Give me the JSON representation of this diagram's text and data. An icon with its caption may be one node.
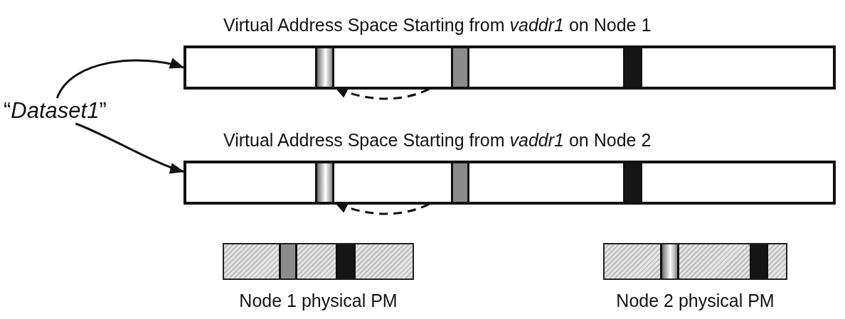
{
  "diagram": {
    "nodes": [
      {
        "text": [
          "“*Dataset1*”"
        ]
      },
      {
        "text": [
          "Virtual Address Space Starting from *vaddr1* on Node 1"
        ]
      },
      {
        "text": [],
        "shape": "bar",
        "in": 1
      },
      {
        "text": [],
        "shape": "bar",
        "in": 1
      },
      {
        "text": [],
        "shape": "bar",
        "in": 1
      },
      {
        "text": [
          "Virtual Address Space Starting from *vaddr1* on Node 2"
        ]
      },
      {
        "text": [],
        "shape": "bar",
        "in": 5
      },
      {
        "text": [],
        "shape": "bar",
        "in": 5
      },
      {
        "text": [],
        "shape": "bar",
        "in": 5
      },
      {
        "text": [
          "Node 1 physical PM"
        ]
      },
      {
        "text": [],
        "shape": "bar",
        "in": 9
      },
      {
        "text": [],
        "shape": "bar",
        "in": 9
      },
      {
        "text": [
          "Node 2 physical PM"
        ]
      },
      {
        "text": [],
        "shape": "bar",
        "in": 12
      },
      {
        "text": [],
        "shape": "bar",
        "in": 12
      }
    ],
    "edges": [
      {
        "from": 0,
        "to": 1,
        "arrow": "to"
      },
      {
        "from": 0,
        "to": 5,
        "arrow": "to"
      },
      {
        "from": 3,
        "to": 2,
        "arrow": "to",
        "style": "dashed"
      },
      {
        "from": 7,
        "to": 6,
        "arrow": "to",
        "style": "dashed"
      }
    ]
  }
}
